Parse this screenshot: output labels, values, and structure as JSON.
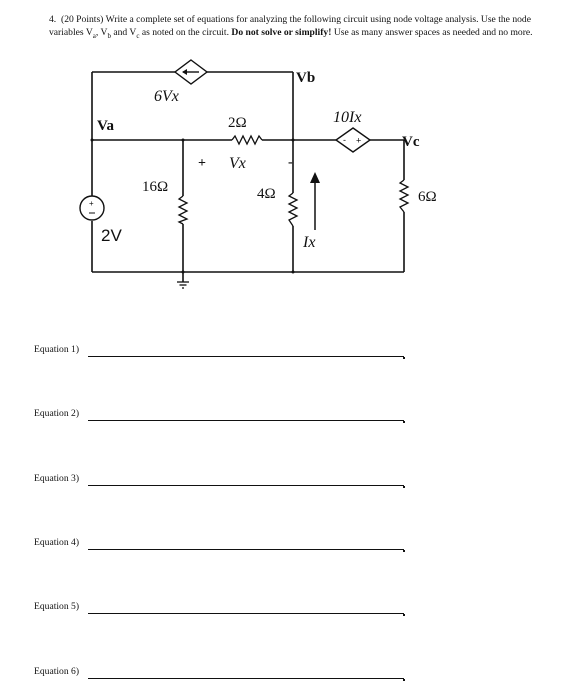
{
  "question": {
    "number": "4.",
    "points": "(20 Points)",
    "text_part1": "Write a complete set of equations for analyzing the following circuit using node voltage analysis. Use the node variables V",
    "sub_a": "a",
    "sep1": ", V",
    "sub_b": "b",
    "sep2": " and V",
    "sub_c": "c",
    "text_part2": " as noted on the circuit.",
    "bold_text": "Do not solve or simplify!",
    "text_part3": "Use as many answer spaces as needed and no more."
  },
  "circuit": {
    "node_a": "Va",
    "node_b": "Vb",
    "node_c": "Vc",
    "dep_current_source_label": "6Vx",
    "dep_voltage_source_label": "10Ix",
    "r_top_label": "2Ω",
    "r_16_label": "16Ω",
    "r_4_label": "4Ω",
    "r_6_label": "6Ω",
    "vx_plus": "+",
    "vx_label": "Vx",
    "vx_minus": "-",
    "ix_label": "Ix",
    "source_2v_label": "2V",
    "source_plus": "+",
    "dep_v_minus": "-",
    "dep_v_plus": "+"
  },
  "equations": [
    {
      "label": "Equation 1)"
    },
    {
      "label": "Equation 2)"
    },
    {
      "label": "Equation 3)"
    },
    {
      "label": "Equation 4)"
    },
    {
      "label": "Equation 5)"
    },
    {
      "label": "Equation 6)"
    }
  ]
}
